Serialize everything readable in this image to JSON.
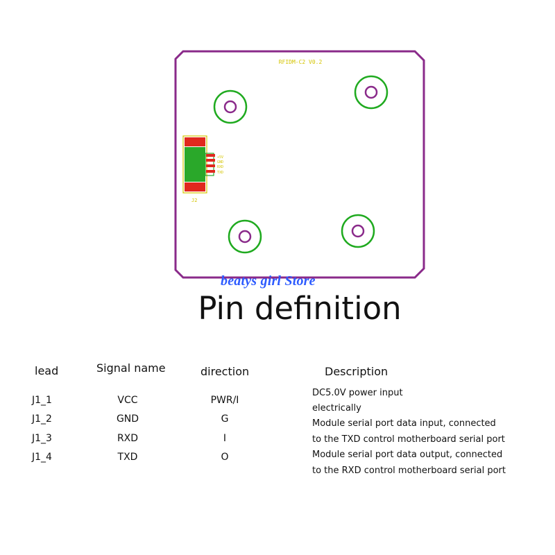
{
  "board": {
    "name": "RFIDM-C2 V0.2",
    "connector_label": "J2",
    "pin_labels": [
      "+5V",
      "GND",
      "RXD",
      "TXD"
    ]
  },
  "watermark": "beatys girl Store",
  "title": "Pin definition",
  "table": {
    "headers": {
      "lead": "lead",
      "signal": "Signal name",
      "direction": "direction",
      "description": "Description"
    },
    "rows": [
      {
        "lead": "J1_1",
        "signal": "VCC",
        "direction": "PWR/I"
      },
      {
        "lead": "J1_2",
        "signal": "GND",
        "direction": "G"
      },
      {
        "lead": "J1_3",
        "signal": "RXD",
        "direction": "I"
      },
      {
        "lead": "J1_4",
        "signal": "TXD",
        "direction": "O"
      }
    ],
    "description_lines": [
      "DC5.0V power input",
      "electrically",
      "Module serial port data input, connected",
      "to the TXD control motherboard serial port",
      "Module serial port data output, connected",
      "to the RXD control motherboard serial port"
    ]
  },
  "colors": {
    "board_outline": "#8a2a8a",
    "mount_hole_outer": "#1faa1f",
    "mount_hole_inner": "#8a2a8a",
    "connector_green": "#2aa82a",
    "connector_red": "#e0281e",
    "silkscreen": "#d4c400",
    "watermark": "#2d5bff"
  }
}
